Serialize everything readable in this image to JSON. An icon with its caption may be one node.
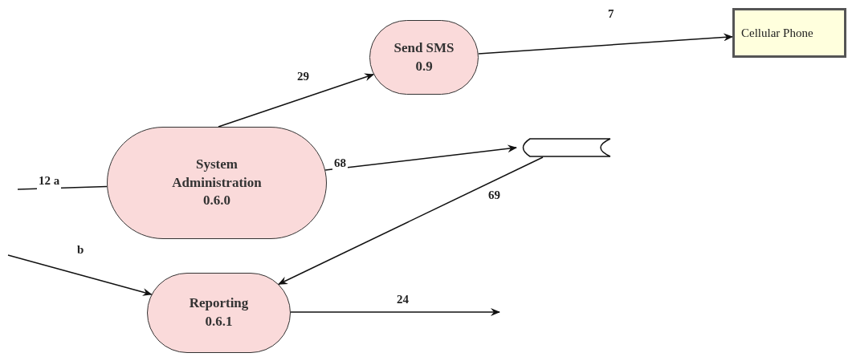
{
  "diagram": {
    "nodes": [
      {
        "text": [
          "Send SMS",
          "0.9"
        ]
      },
      {
        "text": [
          "Cellular Phone"
        ]
      },
      {
        "text": [
          "System Administration",
          "0.6.0"
        ]
      },
      {
        "text": [],
        "shape": "cylinder"
      },
      {
        "text": [
          "Reporting",
          "0.6.1"
        ]
      }
    ],
    "edges": [
      {
        "from": 2,
        "to": 0,
        "arrow": "to",
        "label": "29"
      },
      {
        "from": 0,
        "to": 1,
        "arrow": "to",
        "label": "7"
      },
      {
        "from": null,
        "to": 2,
        "arrow": "none",
        "label": "12 a"
      },
      {
        "from": 2,
        "to": 3,
        "arrow": "to",
        "label": "68"
      },
      {
        "from": 3,
        "to": 4,
        "arrow": "to",
        "label": "69"
      },
      {
        "from": null,
        "to": 4,
        "arrow": "to",
        "label": "b"
      },
      {
        "from": 4,
        "to": null,
        "arrow": "to",
        "label": "24"
      }
    ]
  }
}
